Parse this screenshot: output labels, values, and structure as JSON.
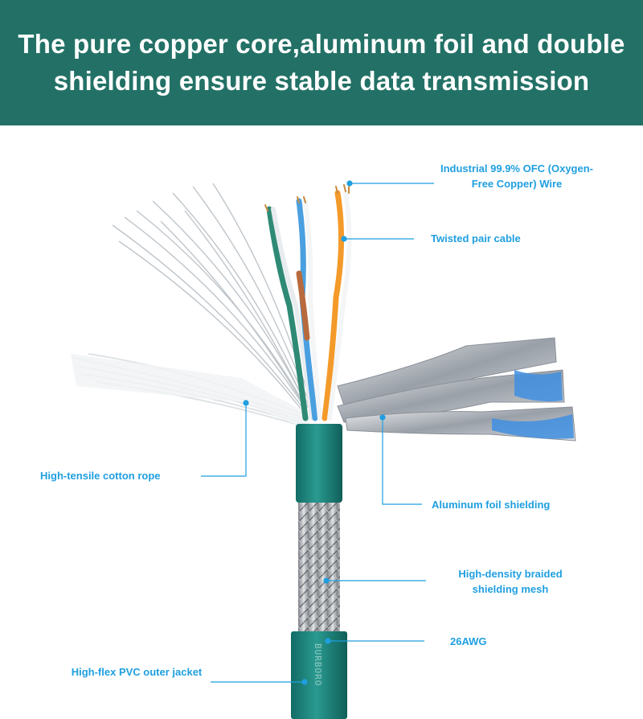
{
  "header": {
    "title": "The pure copper core,aluminum foil and double shielding ensure stable data transmission"
  },
  "labels": {
    "copper": "Industrial 99.9% OFC (Oxygen-Free Copper) Wire",
    "twisted": "Twisted pair cable",
    "cotton": "High-tensile cotton rope",
    "foil": "Aluminum foil shielding",
    "braid": "High-density braided shielding mesh",
    "awg": "26AWG",
    "jacket": "High-flex PVC outer jacket"
  },
  "cable_print": "BURBORO",
  "colors": {
    "header_bg": "#237166",
    "label_text": "#1f9fe0",
    "jacket": "#1f8a82",
    "foil": "#c9ced6",
    "foil_blue": "#3f8fe0"
  }
}
